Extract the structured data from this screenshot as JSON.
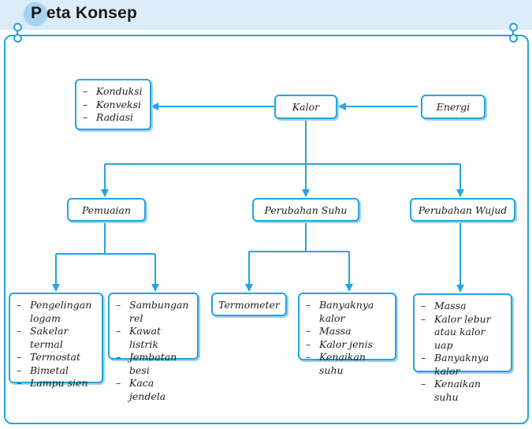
{
  "header": {
    "title": "P eta Konsep"
  },
  "nodes": {
    "energi": "Energi",
    "kalor": "Kalor",
    "perpindahan": [
      "Konduksi",
      "Konveksi",
      "Radiasi"
    ],
    "pemuaian": "Pemuaian",
    "perubahan_suhu": "Perubahan Suhu",
    "perubahan_wujud": "Perubahan Wujud",
    "pemuaian_list1": [
      "Pengelingan logam",
      "Sakelar termal",
      "Termostat",
      "Bimetal",
      "Lampu sien"
    ],
    "pemuaian_list2": [
      "Sambungan rel",
      "Kawat listrik",
      "Jembatan besi",
      "Kaca jendela"
    ],
    "termometer": "Termometer",
    "suhu_list": [
      "Banyaknya kalor",
      "Massa",
      "Kalor jenis",
      "Kenaikan suhu"
    ],
    "wujud_list": [
      "Massa",
      "Kalor lebur atau kalor uap",
      "Banyaknya kalor",
      "Kenaikan suhu"
    ]
  },
  "colors": {
    "accent": "#25a4dd",
    "header_bg": "#dcedf9",
    "shadow": "#9fd2ee"
  }
}
